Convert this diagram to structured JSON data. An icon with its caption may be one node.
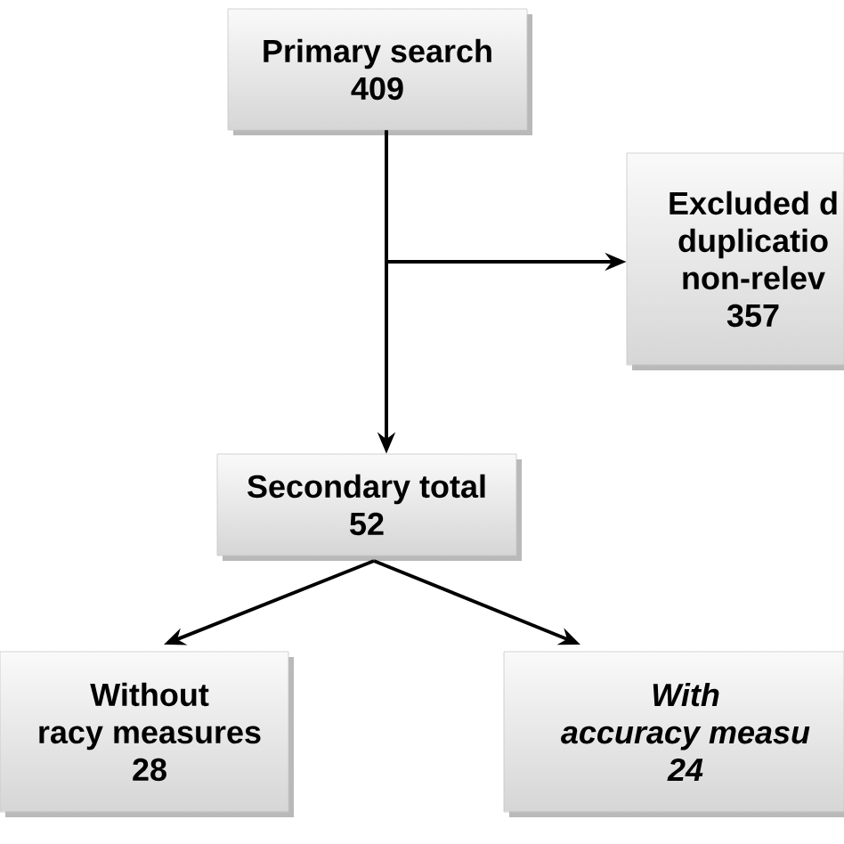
{
  "diagram": {
    "nodes": [
      {
        "text": [
          "Primary search",
          "409"
        ]
      },
      {
        "text": [
          "Excluded d",
          "duplicatio",
          "non-relev",
          "357"
        ]
      },
      {
        "text": [
          "Secondary total",
          "52"
        ]
      },
      {
        "text": [
          "Without",
          "racy measures",
          "28"
        ]
      },
      {
        "text": [
          "With",
          "accuracy measu",
          "24"
        ]
      }
    ],
    "edges": [
      {
        "from": 0,
        "to": 2,
        "arrow": "to"
      },
      {
        "from": 0,
        "to": 1,
        "arrow": "to"
      },
      {
        "from": 2,
        "to": 3,
        "arrow": "to"
      },
      {
        "from": 2,
        "to": 4,
        "arrow": "to"
      }
    ]
  }
}
